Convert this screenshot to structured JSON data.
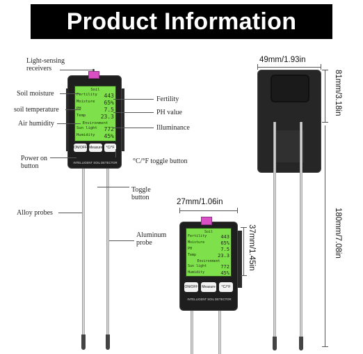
{
  "title": "Product Information",
  "callouts": {
    "light_sensing": "Light-sensing\nreceivers",
    "soil_moisture": "Soil moisture",
    "soil_temperature": "soil temperature",
    "air_humidity": "Air humidity",
    "power_button": "Power on\nbutton",
    "alloy_probes": "Alloy probes",
    "fertility": "Fertility",
    "ph_value": "PH value",
    "illuminance": "Illuminance",
    "toggle_c_f": "°C/°F toggle button",
    "toggle_button": "Toggle\nbutton",
    "aluminum_probe": "Aluminum\nprobe"
  },
  "dimensions": {
    "width_back": "49mm/1.93in",
    "height_back": "81mm/3.18in",
    "total_length": "180mm/7.08in",
    "width_front": "27mm/1.06in",
    "screen_height": "37mm/1.45in"
  },
  "device": {
    "brand": "INTELLIGENT SOIL DETECTOR",
    "screen": {
      "soil_header": "Soil",
      "fertility_label": "Fertility",
      "fertility_value": "443",
      "moisture_label": "Moisture",
      "moisture_value": "65%",
      "ph_label": "PH",
      "ph_value": "7.5",
      "temp_label": "Temp",
      "temp_value": "23.3",
      "env_header": "Environment",
      "light_label": "Sun light",
      "light_value": "772",
      "humidity_label": "Humidity",
      "humidity_value": "45%"
    },
    "buttons": {
      "power": "ON/OFF",
      "measure": "Measure",
      "unit": "°C/°F"
    }
  },
  "colors": {
    "screen": "#7ee04a",
    "sensor": "#d94fc4",
    "body": "#1e1e1e"
  }
}
